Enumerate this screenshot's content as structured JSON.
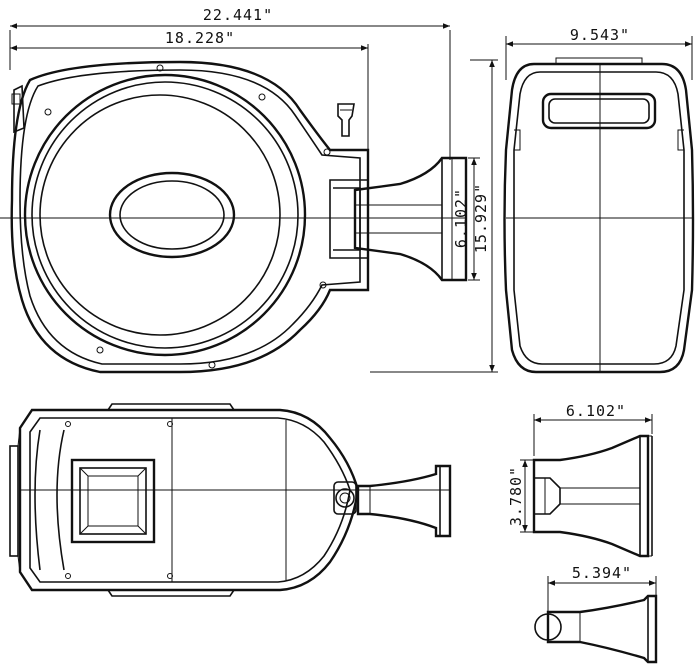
{
  "dimensions": {
    "overall_width": "22.441\"",
    "reel_width": "18.228\"",
    "side_depth": "9.543\"",
    "mount_height": "6.102\"",
    "overall_height": "15.929\"",
    "bracket_width": "6.102\"",
    "bracket_height": "3.780\"",
    "bracket_depth": "5.394\""
  }
}
